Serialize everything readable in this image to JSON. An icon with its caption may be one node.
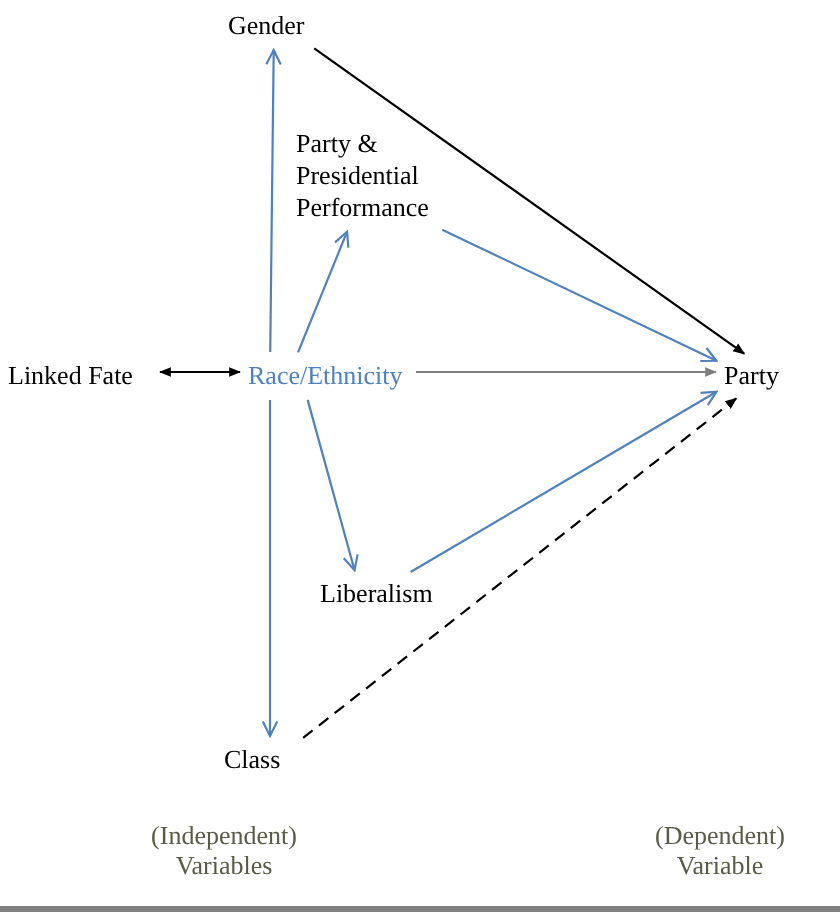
{
  "diagram": {
    "nodes": [
      {
        "text": [
          "Gender"
        ]
      },
      {
        "text": [
          "Party & Presidential Performance"
        ]
      },
      {
        "text": [
          "Linked Fate"
        ]
      },
      {
        "text": [
          "Race/Ethnicity"
        ]
      },
      {
        "text": [
          "Party"
        ]
      },
      {
        "text": [
          "Liberalism"
        ]
      },
      {
        "text": [
          "Class"
        ]
      }
    ],
    "edges": [
      {
        "from": 3,
        "to": 0,
        "arrow": "to"
      },
      {
        "from": 0,
        "to": 4,
        "arrow": "to",
        "color": "#000000"
      },
      {
        "from": 3,
        "to": 1,
        "arrow": "to"
      },
      {
        "from": 1,
        "to": 4,
        "arrow": "to"
      },
      {
        "from": 2,
        "to": 3,
        "arrow": "both",
        "color": "#000000"
      },
      {
        "from": 3,
        "to": 4,
        "arrow": "to",
        "color": "#7f7f7f"
      },
      {
        "from": 3,
        "to": 5,
        "arrow": "to"
      },
      {
        "from": 5,
        "to": 4,
        "arrow": "to"
      },
      {
        "from": 3,
        "to": 6,
        "arrow": "to"
      },
      {
        "from": 6,
        "to": 4,
        "arrow": "to",
        "style": "dashed",
        "color": "#000000"
      }
    ],
    "labels": [
      "(Independent) Variables",
      "(Dependent) Variable"
    ]
  }
}
